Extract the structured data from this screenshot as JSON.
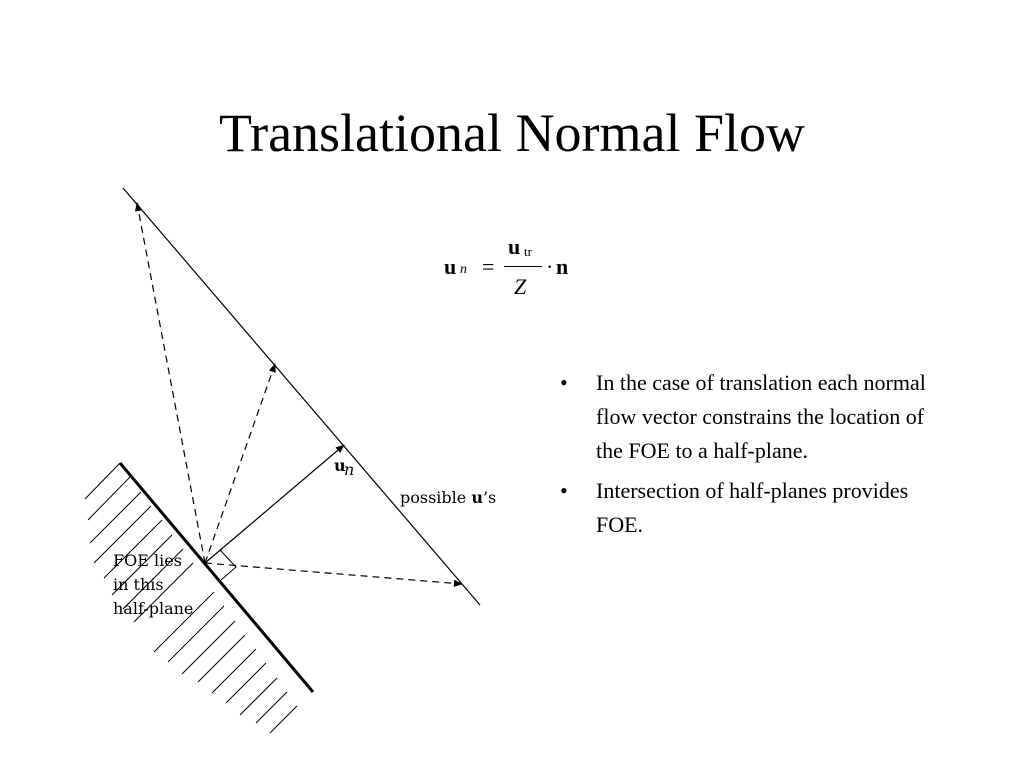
{
  "slide": {
    "title": "Translational Normal Flow",
    "formula": {
      "lhs": "u",
      "lhs_sub": "n",
      "equals": "=",
      "numerator": "u",
      "numerator_sub": "tr",
      "denominator": "Z",
      "dot": "·",
      "vector": "n"
    },
    "bullets": [
      {
        "mark": "•",
        "text": "In the case of translation each normal flow vector constrains the location of the FOE to a half-plane."
      },
      {
        "mark": "•",
        "text": "Intersection of half-planes provides FOE."
      }
    ],
    "diagram": {
      "un_label": "u",
      "un_label_sub": "n",
      "possible_label_prefix": "possible ",
      "possible_label_vec": "u",
      "possible_label_suffix": "’s",
      "foe_label_line1": "FOE lies",
      "foe_label_line2": "in this",
      "foe_label_line3": "half-plane"
    }
  }
}
